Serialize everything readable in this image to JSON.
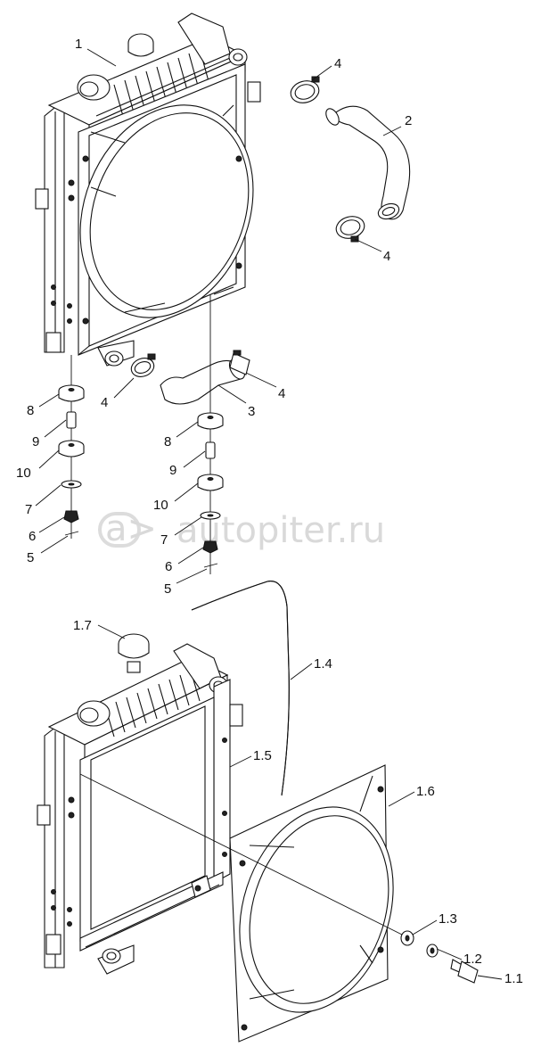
{
  "watermark": {
    "text": "autopiter.ru",
    "logo_glyph": "a>"
  },
  "upper_assembly": {
    "callouts": [
      "1",
      "2",
      "3",
      "4",
      "4",
      "4",
      "4",
      "5",
      "5",
      "6",
      "6",
      "7",
      "7",
      "8",
      "8",
      "9",
      "9",
      "10",
      "10"
    ]
  },
  "lower_assembly": {
    "callouts": [
      "1.1",
      "1.2",
      "1.3",
      "1.4",
      "1.5",
      "1.6",
      "1.7"
    ]
  },
  "colors": {
    "line": "#111111",
    "background": "#ffffff",
    "watermark": "#d9d9d9"
  }
}
